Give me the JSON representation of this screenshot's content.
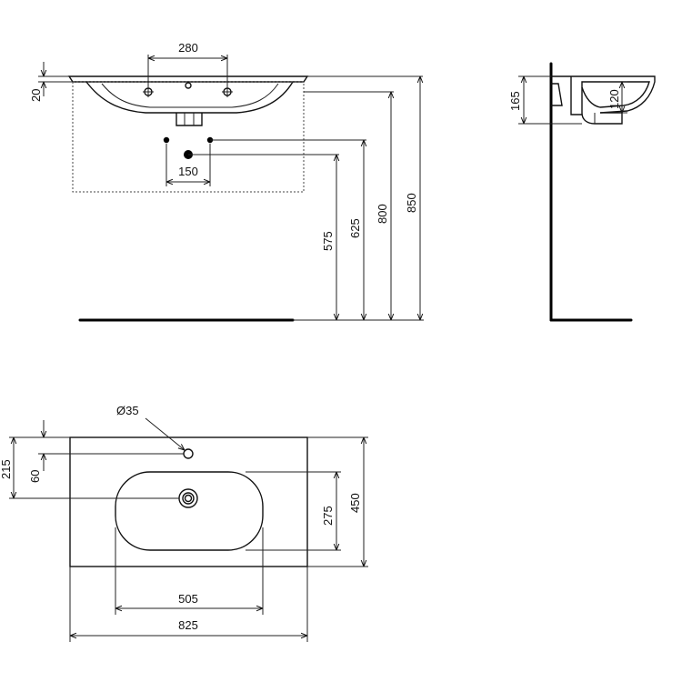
{
  "dimensions": {
    "front": {
      "tap_spacing": "280",
      "rim_thickness": "20",
      "wall_hole_spacing": "150",
      "height_575": "575",
      "height_625": "625",
      "height_800": "800",
      "height_850": "850"
    },
    "side": {
      "depth_165": "165",
      "depth_120": "120"
    },
    "plan": {
      "tap_hole_diameter": "Ø35",
      "depth_215": "215",
      "depth_60": "60",
      "bowl_depth": "275",
      "overall_depth": "450",
      "bowl_width": "505",
      "overall_width": "825"
    }
  }
}
